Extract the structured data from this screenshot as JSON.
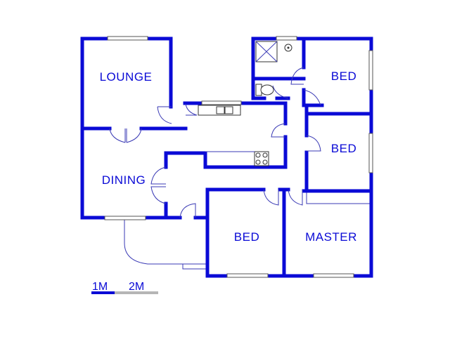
{
  "rooms": {
    "lounge": "LOUNGE",
    "dining": "DINING",
    "bed_top": "BED",
    "bed_middle": "BED",
    "bed_bottom": "BED",
    "master": "MASTER"
  },
  "scale": {
    "label_1": "1M",
    "label_2": "2M"
  },
  "colors": {
    "wall": "#0a0ad6",
    "scale_dark": "#0a0ad6",
    "scale_light": "#b5b5b5"
  },
  "icons": [
    "shower-icon",
    "basin-icon",
    "toilet-icon",
    "sink-icon",
    "stove-icon"
  ]
}
